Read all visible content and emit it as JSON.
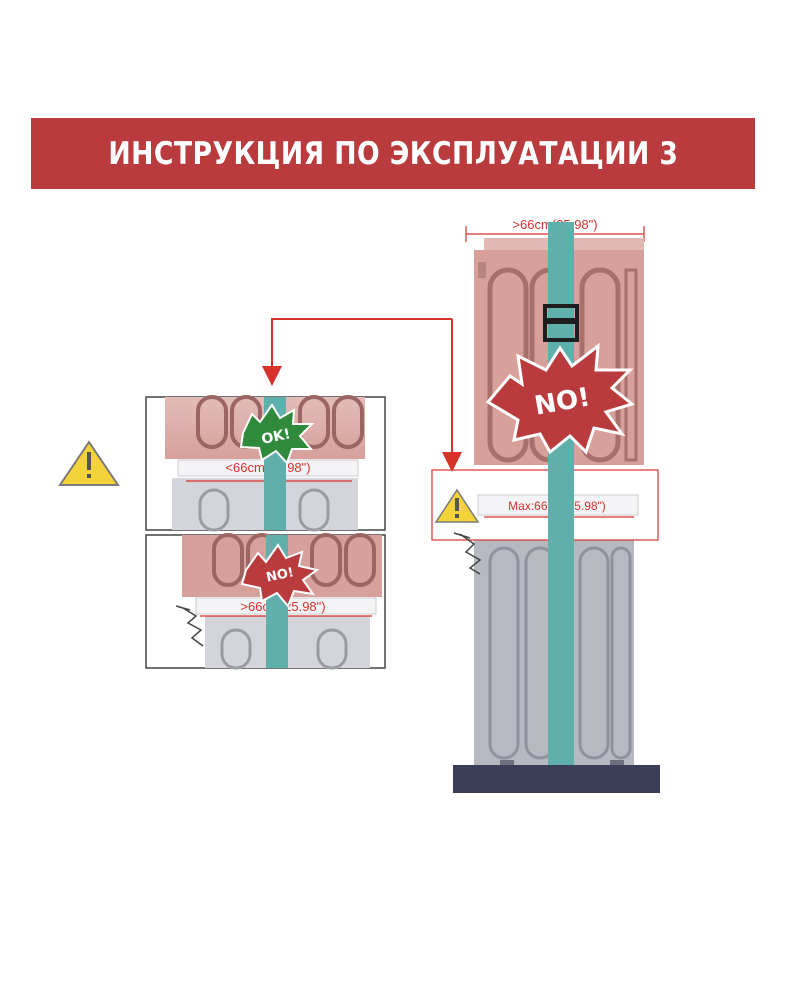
{
  "header": {
    "title": "ИНСТРУКЦИЯ ПО ЭКСПЛУАТАЦИИ 3"
  },
  "colors": {
    "banner": "#b93b3d",
    "dryer": "#d7a09b",
    "dryer_dark": "#c07d79",
    "washer": "#b7b9c1",
    "washer_dark": "#8f929c",
    "strap": "#5fb0ac",
    "red_arrow": "#d8322d",
    "floor": "#3b3e58",
    "warning": "#f3d23a"
  },
  "panels": {
    "ok_panel": {
      "badge": "OK!",
      "measure": "<66cm(25.98\")"
    },
    "no_panel": {
      "badge": "NO!",
      "measure": ">66cm(25.98\")"
    },
    "stack": {
      "top_measure": ">66cm(25.98\")",
      "badge": "NO!",
      "max_measure": "Max:66cm(25.98\")"
    }
  },
  "icons": {
    "warning": "warning-icon"
  }
}
